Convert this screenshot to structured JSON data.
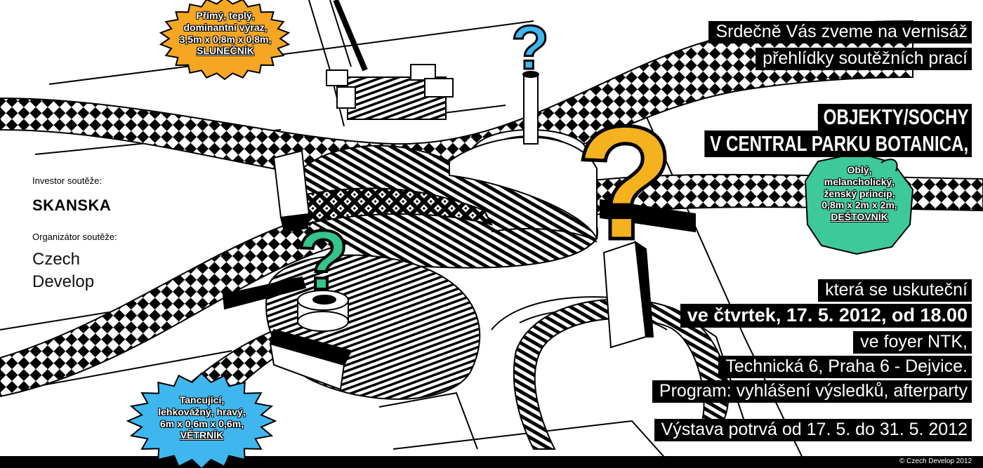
{
  "invitation": {
    "line1": "Srdečně Vás zveme na vernisáž",
    "line2": "přehlídky soutěžních prací"
  },
  "title": {
    "line1": "OBJEKTY/SOCHY",
    "line2": "V CENTRAL PARKU  BOTANICA,"
  },
  "event": {
    "line1": "která se uskuteční",
    "line2": "ve čtvrtek, 17. 5. 2012, od 18.00",
    "line3": "ve foyer NTK,",
    "line4": "Technická 6, Praha 6 - Dejvice.",
    "line5": "Program: vyhlášení výsledků, afterparty"
  },
  "exhibition": "Výstava potrvá od 17. 5. do 31. 5. 2012",
  "left_panel": {
    "investor_label": "Investor soutěže:",
    "investor_name": "SKANSKA",
    "organizer_label": "Organizátor soutěže:",
    "organizer_line1": "Czech",
    "organizer_line2": "Develop"
  },
  "badges": {
    "orange": {
      "lines": [
        "Přímý, teplý,",
        "dominantní výraz,",
        "3,5m x 0,8m x 0,8m,"
      ],
      "name": "SLUNEČNÍK",
      "color": "#f5a623"
    },
    "green": {
      "lines": [
        "Oblý,",
        "melancholický,",
        "ženský princip,",
        "0,8m x 2m x 2m,"
      ],
      "name": "DEŠTOVNÍK",
      "color": "#3ec99a"
    },
    "blue": {
      "lines": [
        "Tancující,",
        "lehkovážný, hravý,",
        "6m x 0,6m x 0,6m,"
      ],
      "name": "VĚTRNÍK",
      "color": "#3fb7ee"
    }
  },
  "question_marks": [
    {
      "symbol": "?",
      "color": "#3fb7ee"
    },
    {
      "symbol": "?",
      "color": "#f5b21f"
    },
    {
      "symbol": "?",
      "color": "#34c48c"
    }
  ],
  "copyright": "© Czech Develop 2012"
}
